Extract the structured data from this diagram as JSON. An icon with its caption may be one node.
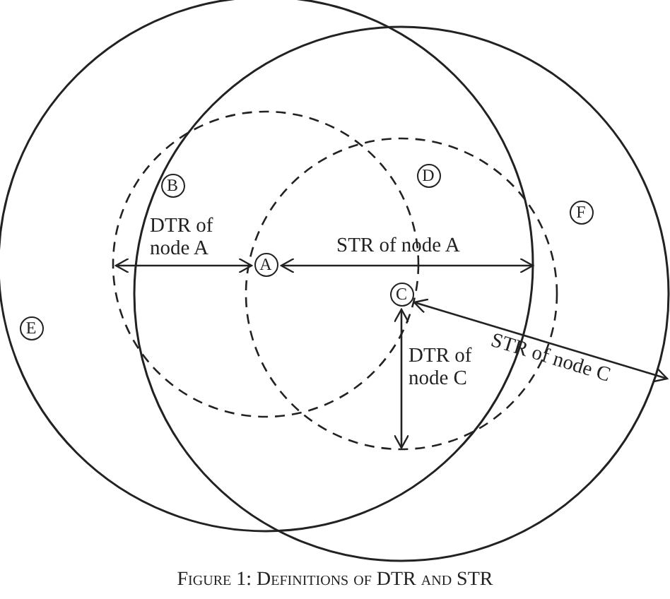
{
  "diagram": {
    "caption": "Figure 1: Definitions of DTR and STR",
    "nodes": [
      {
        "text": [
          "D"
        ]
      },
      {
        "text": [
          "B"
        ]
      },
      {
        "text": [
          "F"
        ]
      },
      {
        "text": [
          "A"
        ]
      },
      {
        "text": [
          "C"
        ]
      },
      {
        "text": [
          "E"
        ]
      }
    ],
    "edges": [],
    "labels": [
      "DTR of node A",
      "STR of node A",
      "STR of node C",
      "DTR of node C"
    ]
  }
}
